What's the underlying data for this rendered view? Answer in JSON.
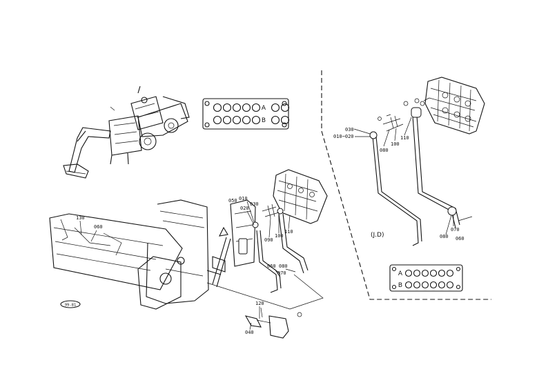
{
  "ports": {
    "a": "A",
    "b": "B"
  },
  "detail": {
    "view_label": "(J.D)"
  },
  "badge": {
    "text": "99-81"
  },
  "parts_left": {
    "p010": "010",
    "p020": "020",
    "p030": "030",
    "p040": "040",
    "p050": "050",
    "p060a": "060",
    "p060b": "060",
    "p070": "070",
    "p080": "080",
    "p090": "090",
    "p100": "100",
    "p110": "110",
    "p120": "120",
    "p130": "130"
  },
  "parts_right": {
    "p030": "030",
    "p010_020": "010~020",
    "p080a": "080",
    "p100": "100",
    "p110": "110",
    "p070": "070",
    "p080b": "080",
    "p060": "060"
  }
}
